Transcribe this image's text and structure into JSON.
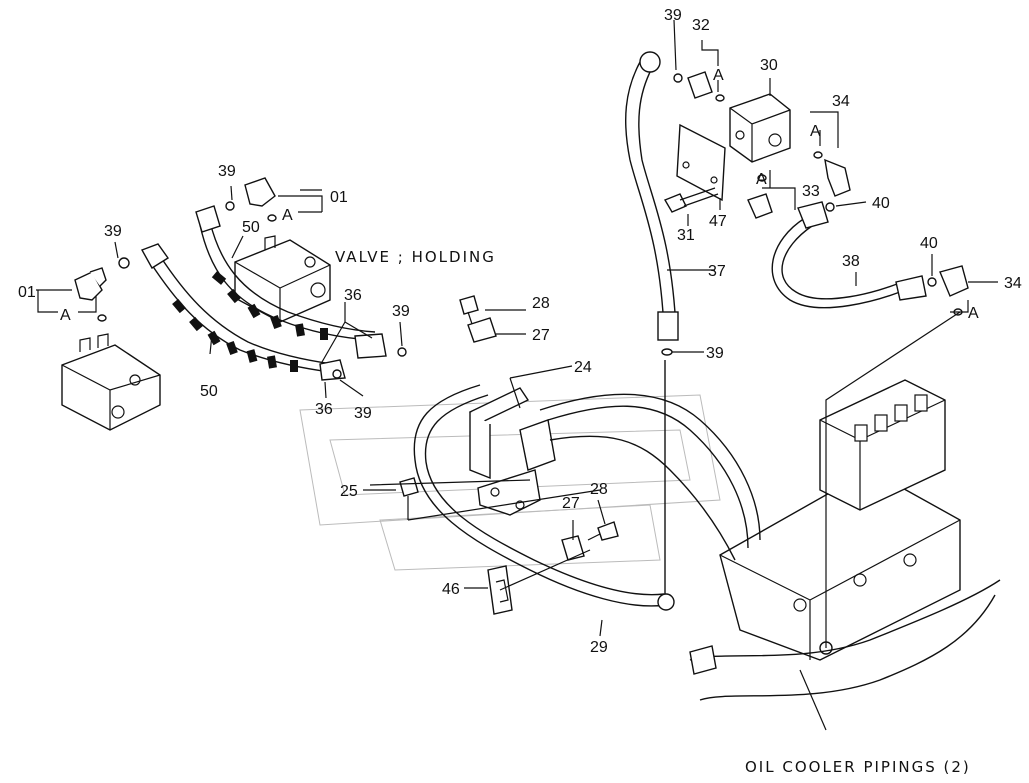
{
  "diagram": {
    "captions": {
      "valve_holding": "VALVE ; HOLDING",
      "oil_cooler": "OIL COOLER PIPINGS (2)"
    },
    "group_letter": "A",
    "parts": {
      "p01": "01",
      "p24": "24",
      "p25": "25",
      "p27": "27",
      "p28": "28",
      "p29": "29",
      "p30": "30",
      "p31": "31",
      "p32": "32",
      "p33": "33",
      "p34": "34",
      "p36": "36",
      "p37": "37",
      "p38": "38",
      "p39": "39",
      "p40": "40",
      "p46": "46",
      "p47": "47",
      "p50": "50"
    }
  }
}
